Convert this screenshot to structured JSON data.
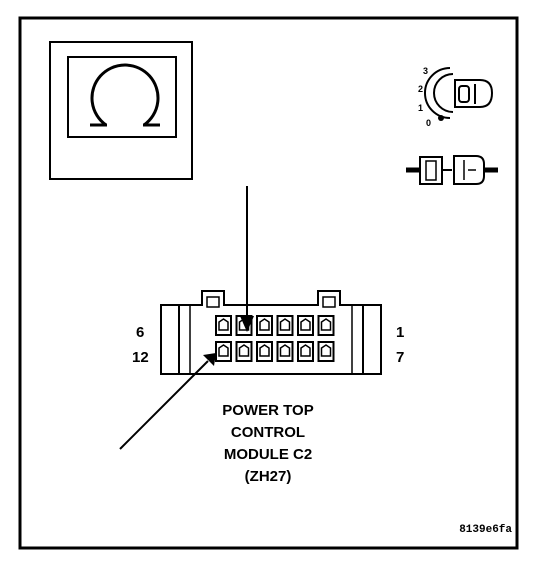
{
  "pin_labels": {
    "top_left": "6",
    "bottom_left": "12",
    "top_right": "1",
    "bottom_right": "7"
  },
  "connector_title": [
    "POWER TOP",
    "CONTROL",
    "MODULE C2",
    "(ZH27)"
  ],
  "ignition_positions": [
    "3",
    "2",
    "1",
    "0"
  ],
  "figure_code": "8139e6fa",
  "icons": {
    "measurement": "ohmmeter-icon",
    "ignition": "ignition-key-icon",
    "connector": "disconnected-connector-icon"
  }
}
